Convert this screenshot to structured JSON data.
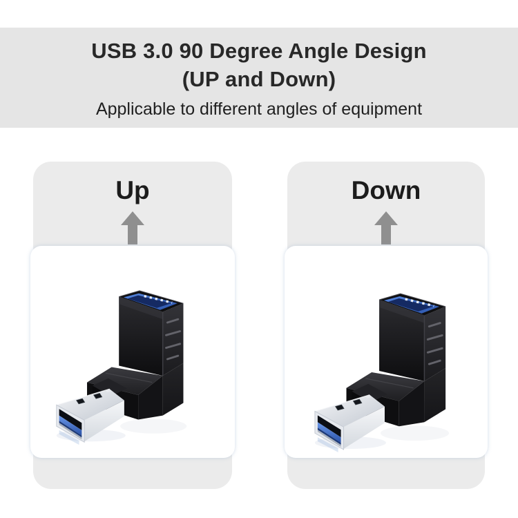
{
  "header": {
    "title_line1": "USB 3.0 90 Degree Angle Design",
    "title_line2": "(UP and Down)",
    "subtitle": "Applicable to different angles of equipment"
  },
  "panels": [
    {
      "label": "Up"
    },
    {
      "label": "Down"
    }
  ],
  "colors": {
    "header_bg": "#e5e5e5",
    "panel_bg": "#ebebeb",
    "card_bg": "#ffffff",
    "title_text": "#282828",
    "label_text": "#1c1c1c",
    "arrow": "#8f8f8f",
    "usb_blue": "#4478d2",
    "usb_blue_dark": "#152a63",
    "adapter_black": "#141416",
    "metal_silver": "#e9ebef"
  }
}
